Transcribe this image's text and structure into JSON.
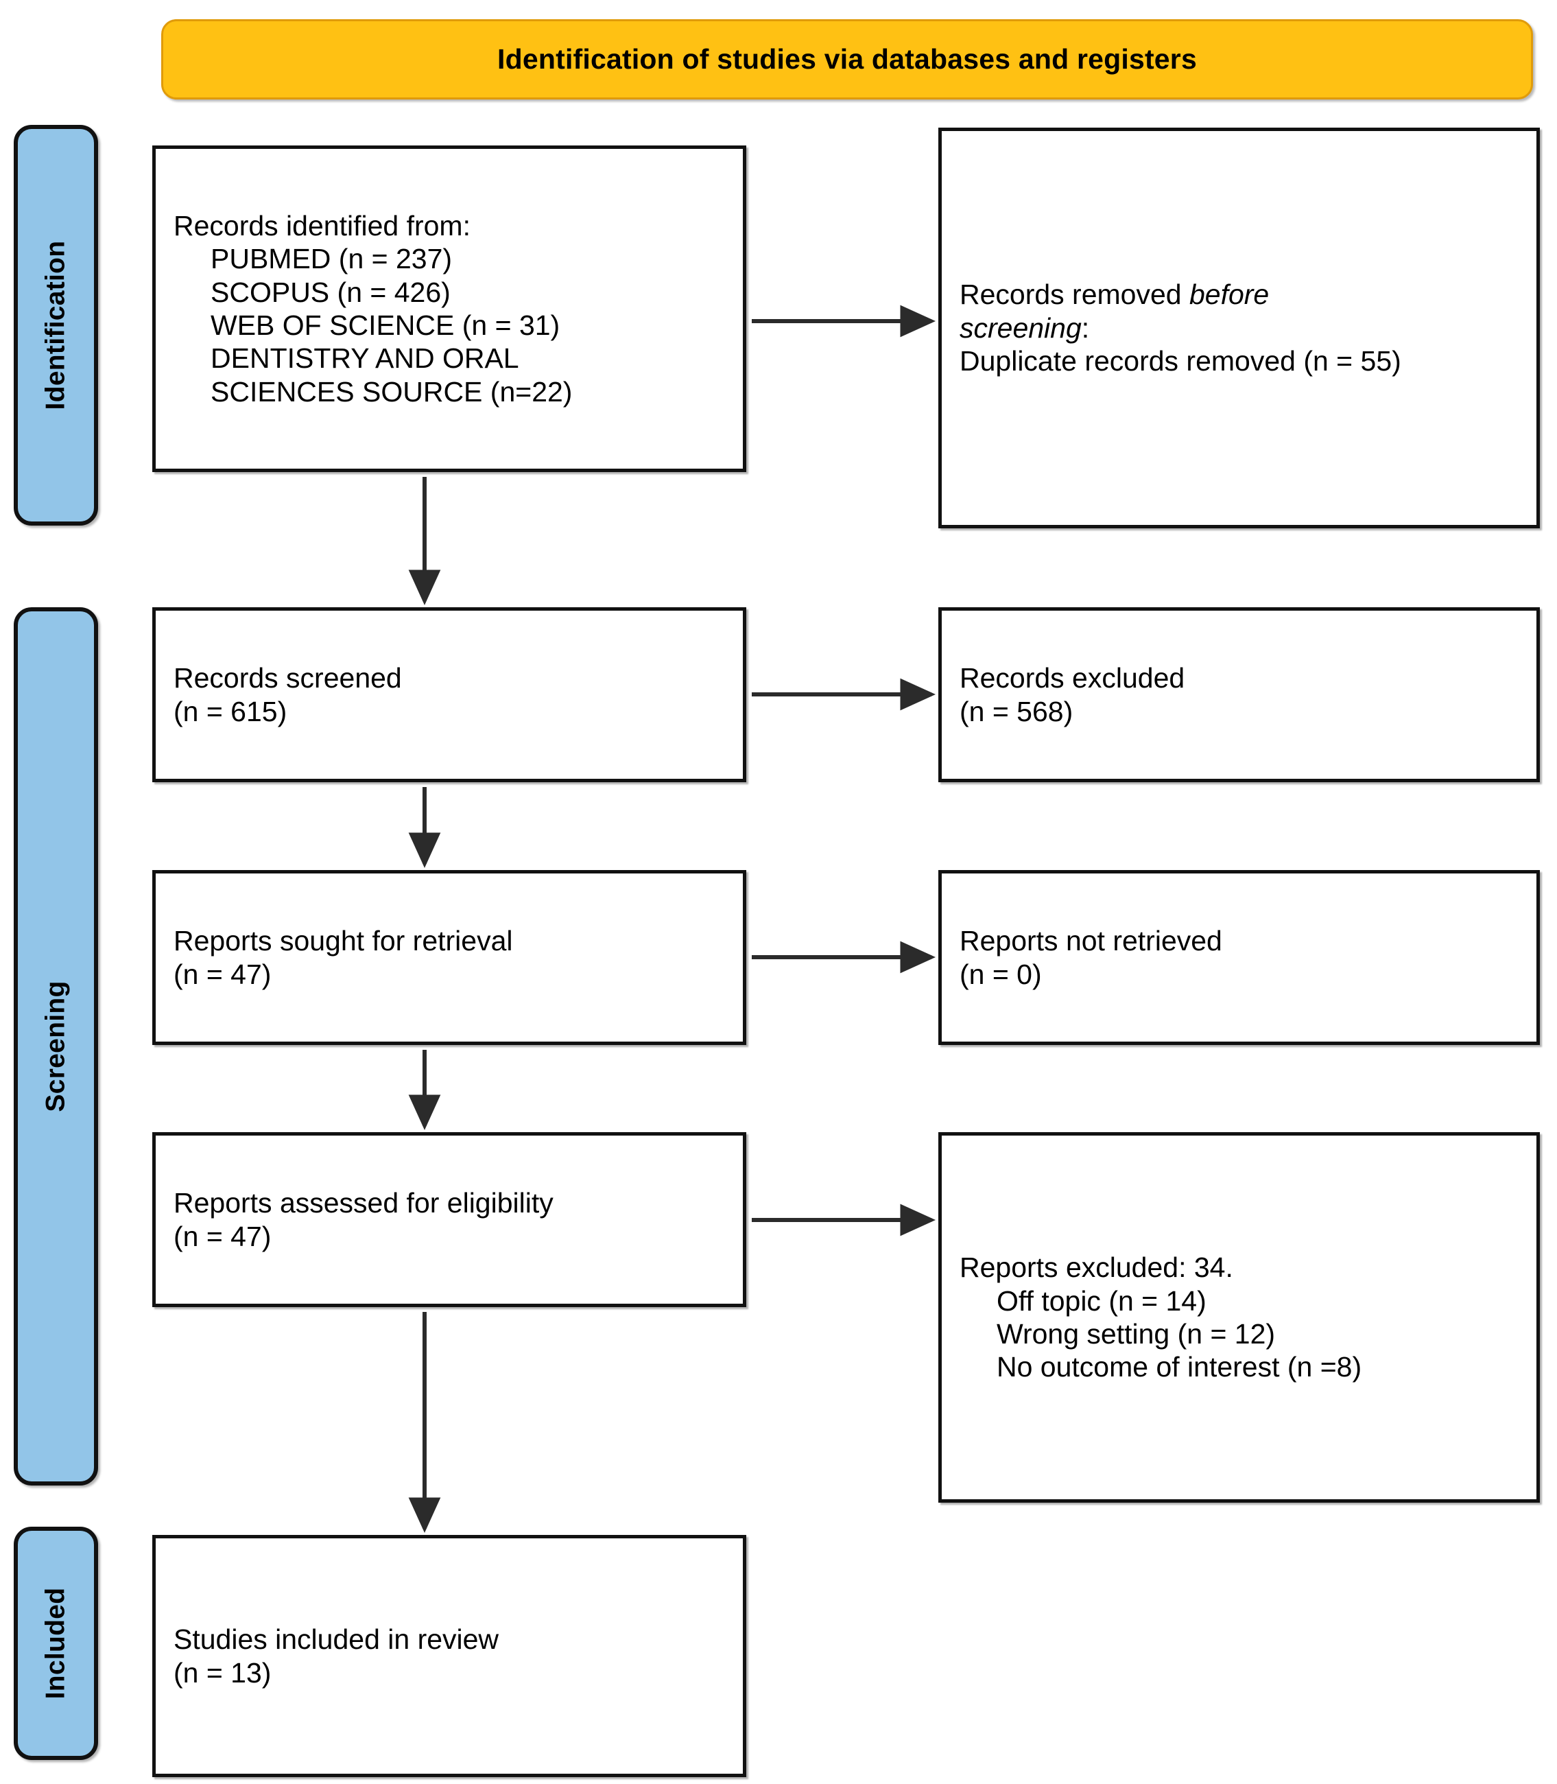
{
  "header": {
    "title": "Identification of studies via databases and registers",
    "background_color": "#FFC113",
    "border_color": "#E09B0B"
  },
  "stages": {
    "background_color": "#92C5E8",
    "border_color": "#111111",
    "items": [
      {
        "label": "Identification"
      },
      {
        "label": "Screening"
      },
      {
        "label": "Included"
      }
    ]
  },
  "boxes": {
    "identified": {
      "title": "Records identified from:",
      "sources": [
        "PUBMED (n = 237)",
        "SCOPUS (n = 426)",
        "WEB OF SCIENCE (n = 31)",
        "DENTISTRY AND ORAL",
        "SCIENCES SOURCE (n=22)"
      ]
    },
    "removed": {
      "title_part1": "Records removed ",
      "title_italic1": "before",
      "title_italic2": "screening",
      "title_colon": ":",
      "item": "Duplicate records removed (n = 55)"
    },
    "screened": {
      "label": "Records screened",
      "count": "(n = 615)"
    },
    "excluded_records": {
      "label": "Records excluded",
      "count": "(n = 568)"
    },
    "sought": {
      "label": "Reports sought for retrieval",
      "count": "(n = 47)"
    },
    "not_retrieved": {
      "label": "Reports not retrieved",
      "count": "(n = 0)"
    },
    "assessed": {
      "label": "Reports assessed for eligibility",
      "count": "(n = 47)"
    },
    "excluded_reports": {
      "title": "Reports excluded: 34.",
      "reasons": [
        "Off topic (n = 14)",
        "Wrong setting (n = 12)",
        "No outcome of interest (n =8)"
      ]
    },
    "included": {
      "label": "Studies included in review",
      "count": "(n = 13)"
    }
  },
  "connectors": {
    "color": "#2b2b2b",
    "arrows": [
      {
        "name": "identified-to-removed",
        "direction": "right"
      },
      {
        "name": "identified-to-screened",
        "direction": "down"
      },
      {
        "name": "screened-to-excluded",
        "direction": "right"
      },
      {
        "name": "screened-to-sought",
        "direction": "down"
      },
      {
        "name": "sought-to-not-retrieved",
        "direction": "right"
      },
      {
        "name": "sought-to-assessed",
        "direction": "down"
      },
      {
        "name": "assessed-to-excluded-reports",
        "direction": "right"
      },
      {
        "name": "assessed-to-included",
        "direction": "down"
      }
    ]
  }
}
